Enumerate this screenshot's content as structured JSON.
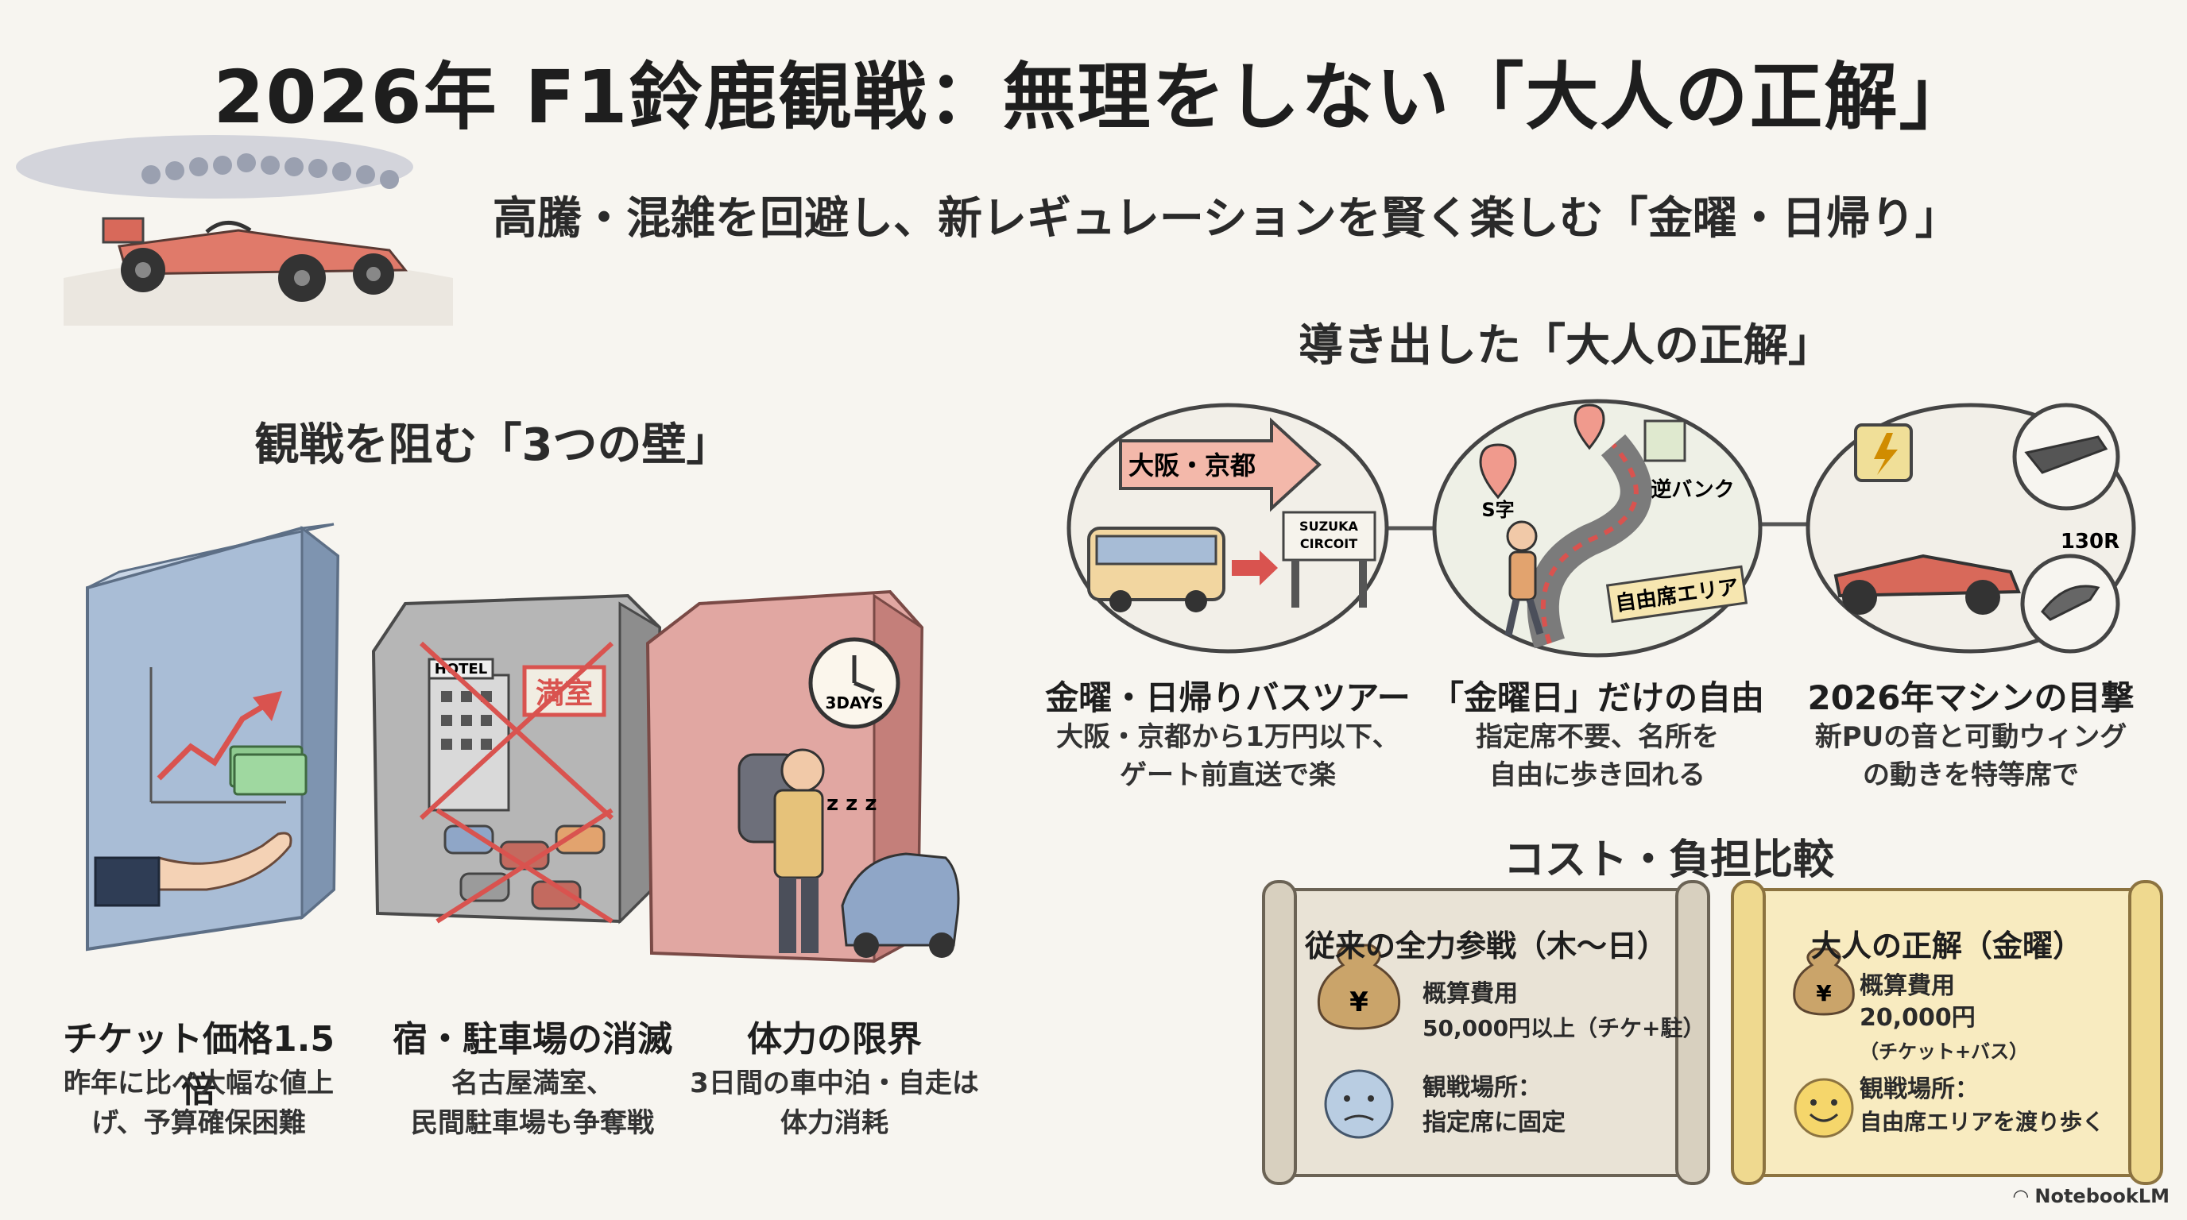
{
  "title": "2026年 F1鈴鹿観戦：無理をしない「大人の正解」",
  "subtitle": "高騰・混雑を回避し、新レギュレーションを賢く楽しむ「金曜・日帰り」",
  "walls": {
    "heading": "観戦を阻む「3つの壁」",
    "items": [
      {
        "label": "チケット価格1.5倍",
        "desc1": "昨年に比べ大幅な値上",
        "desc2": "げ、予算確保困難"
      },
      {
        "label": "宿・駐車場の消滅",
        "desc1": "名古屋満室、",
        "desc2": "民間駐車場も争奪戦",
        "sign_hotel": "HOTEL",
        "sign_full": "満室"
      },
      {
        "label": "体力の限界",
        "desc1": "3日間の車中泊・自走は",
        "desc2": "体力消耗",
        "clock_text": "3DAYS",
        "zzz": "z z z"
      }
    ]
  },
  "solutions": {
    "heading": "導き出した「大人の正解」",
    "items": [
      {
        "label": "金曜・日帰りバスツアー",
        "desc1": "大阪・京都から1万円以下、",
        "desc2": "ゲート前直送で楽",
        "arrow_text": "大阪・京都",
        "gate_text1": "SUZUKA",
        "gate_text2": "CIRCOIT"
      },
      {
        "label": "「金曜日」だけの自由",
        "desc1": "指定席不要、名所を",
        "desc2": "自由に歩き回れる",
        "pin1": "S字",
        "pin2": "逆バンク",
        "sign": "自由席エリア"
      },
      {
        "label": "2026年マシンの目撃",
        "desc1": "新PUの音と可動ウィング",
        "desc2": "の動きを特等席で",
        "corner": "130R"
      }
    ]
  },
  "comparison": {
    "heading": "コスト・負担比較",
    "left": {
      "title": "従来の全力参戦（木〜日）",
      "cost_label": "概算費用",
      "cost_value": "50,000円以上（チケ+駐）",
      "place_label": "観戦場所：",
      "place_value": "指定席に固定"
    },
    "right": {
      "title": "大人の正解（金曜）",
      "cost_label": "概算費用",
      "cost_value": "20,000円",
      "cost_note": "（チケット+バス）",
      "place_label": "観戦場所：",
      "place_value": "自由席エリアを渡り歩く"
    }
  },
  "brand": "NotebookLM",
  "colors": {
    "accent_red": "#d9534f",
    "wall_blue": "#9db3cf",
    "wall_gray": "#a7a7a7",
    "wall_red": "#d98a86",
    "scroll_left": "#e9e3d6",
    "scroll_right": "#f8ebc0"
  }
}
